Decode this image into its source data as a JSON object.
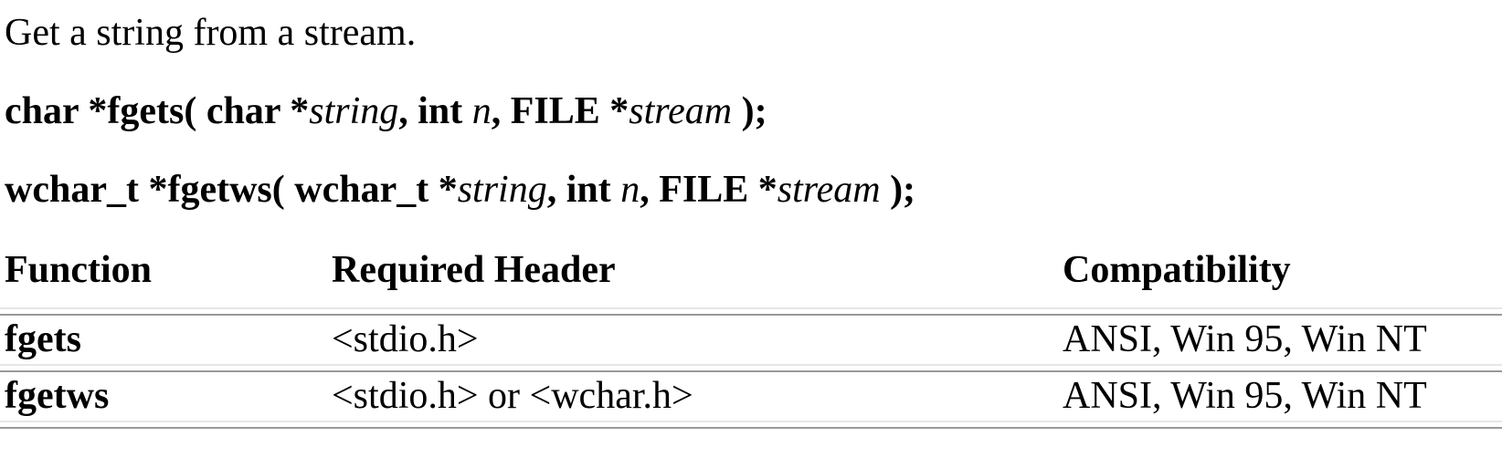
{
  "description": "Get a string from a stream.",
  "prototypes": [
    {
      "name": "fgets",
      "segments": [
        {
          "t": "char *fgets( char *"
        },
        {
          "t": "string"
        },
        {
          "t": ", int "
        },
        {
          "t": "n"
        },
        {
          "t": ", FILE *"
        },
        {
          "t": "stream"
        },
        {
          "t": " );"
        }
      ]
    },
    {
      "name": "fgetws",
      "segments": [
        {
          "t": "wchar_t *fgetws( wchar_t *"
        },
        {
          "t": "string"
        },
        {
          "t": ", int "
        },
        {
          "t": "n"
        },
        {
          "t": ", FILE *"
        },
        {
          "t": "stream"
        },
        {
          "t": " );"
        }
      ]
    }
  ],
  "table": {
    "headers": [
      "Function",
      "Required Header",
      "Compatibility"
    ],
    "rows": [
      {
        "function": "fgets",
        "required_header": "<stdio.h>",
        "compatibility": "ANSI, Win 95, Win NT"
      },
      {
        "function": "fgetws",
        "required_header": "<stdio.h> or <wchar.h>",
        "compatibility": "ANSI, Win 95, Win NT"
      }
    ]
  },
  "colors": {
    "text": "#000000",
    "background": "#ffffff",
    "rule_light": "#e6e6e6",
    "rule_dark": "#999999"
  }
}
